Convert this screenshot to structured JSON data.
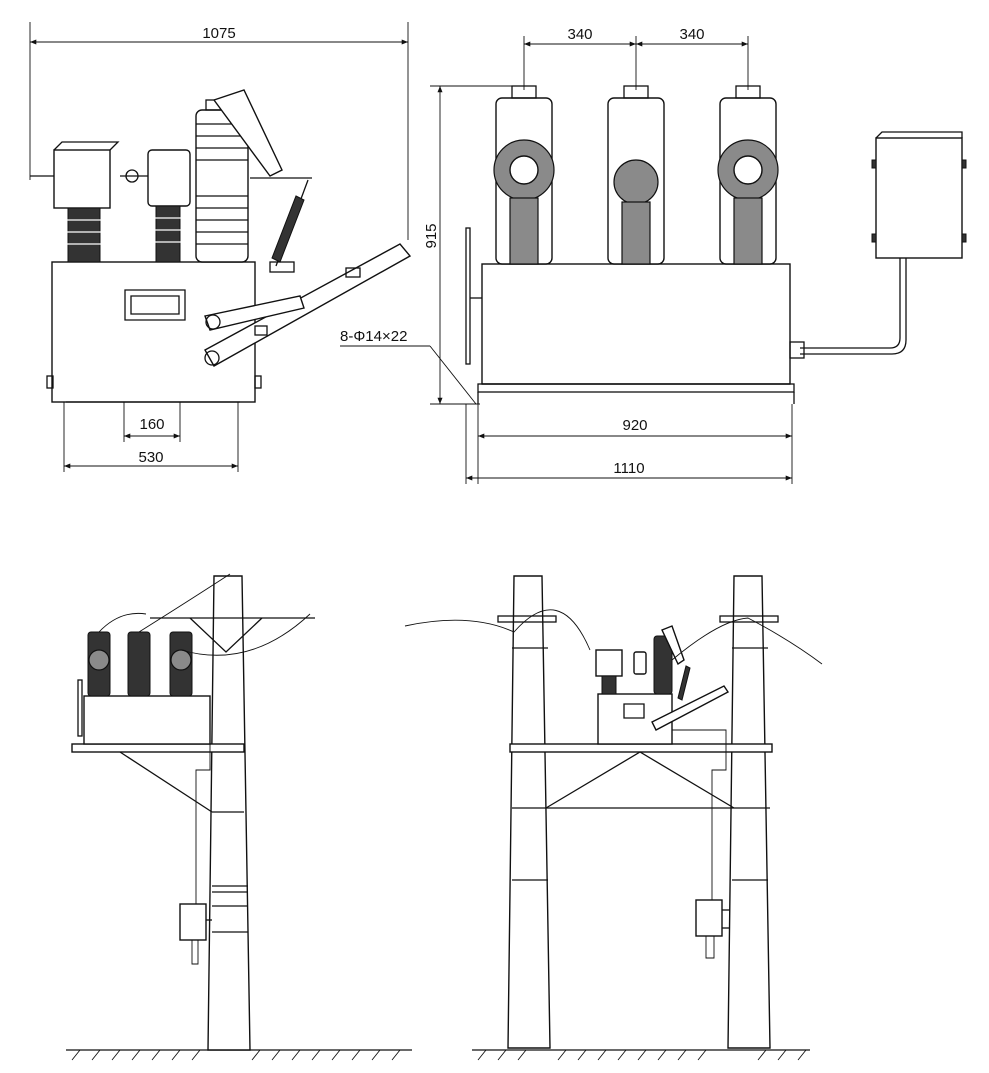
{
  "dimensions": {
    "side_total_width": "1075",
    "side_mount_spacing": "160",
    "side_base_width": "530",
    "front_pole_spacing_left": "340",
    "front_pole_spacing_right": "340",
    "front_height": "915",
    "front_mount_holes": "8-Φ14×22",
    "front_base_width": "920",
    "front_total_width": "1110"
  },
  "colors": {
    "line": "#111111",
    "insulator_shade": "#8a8a8a",
    "background": "#ffffff"
  }
}
